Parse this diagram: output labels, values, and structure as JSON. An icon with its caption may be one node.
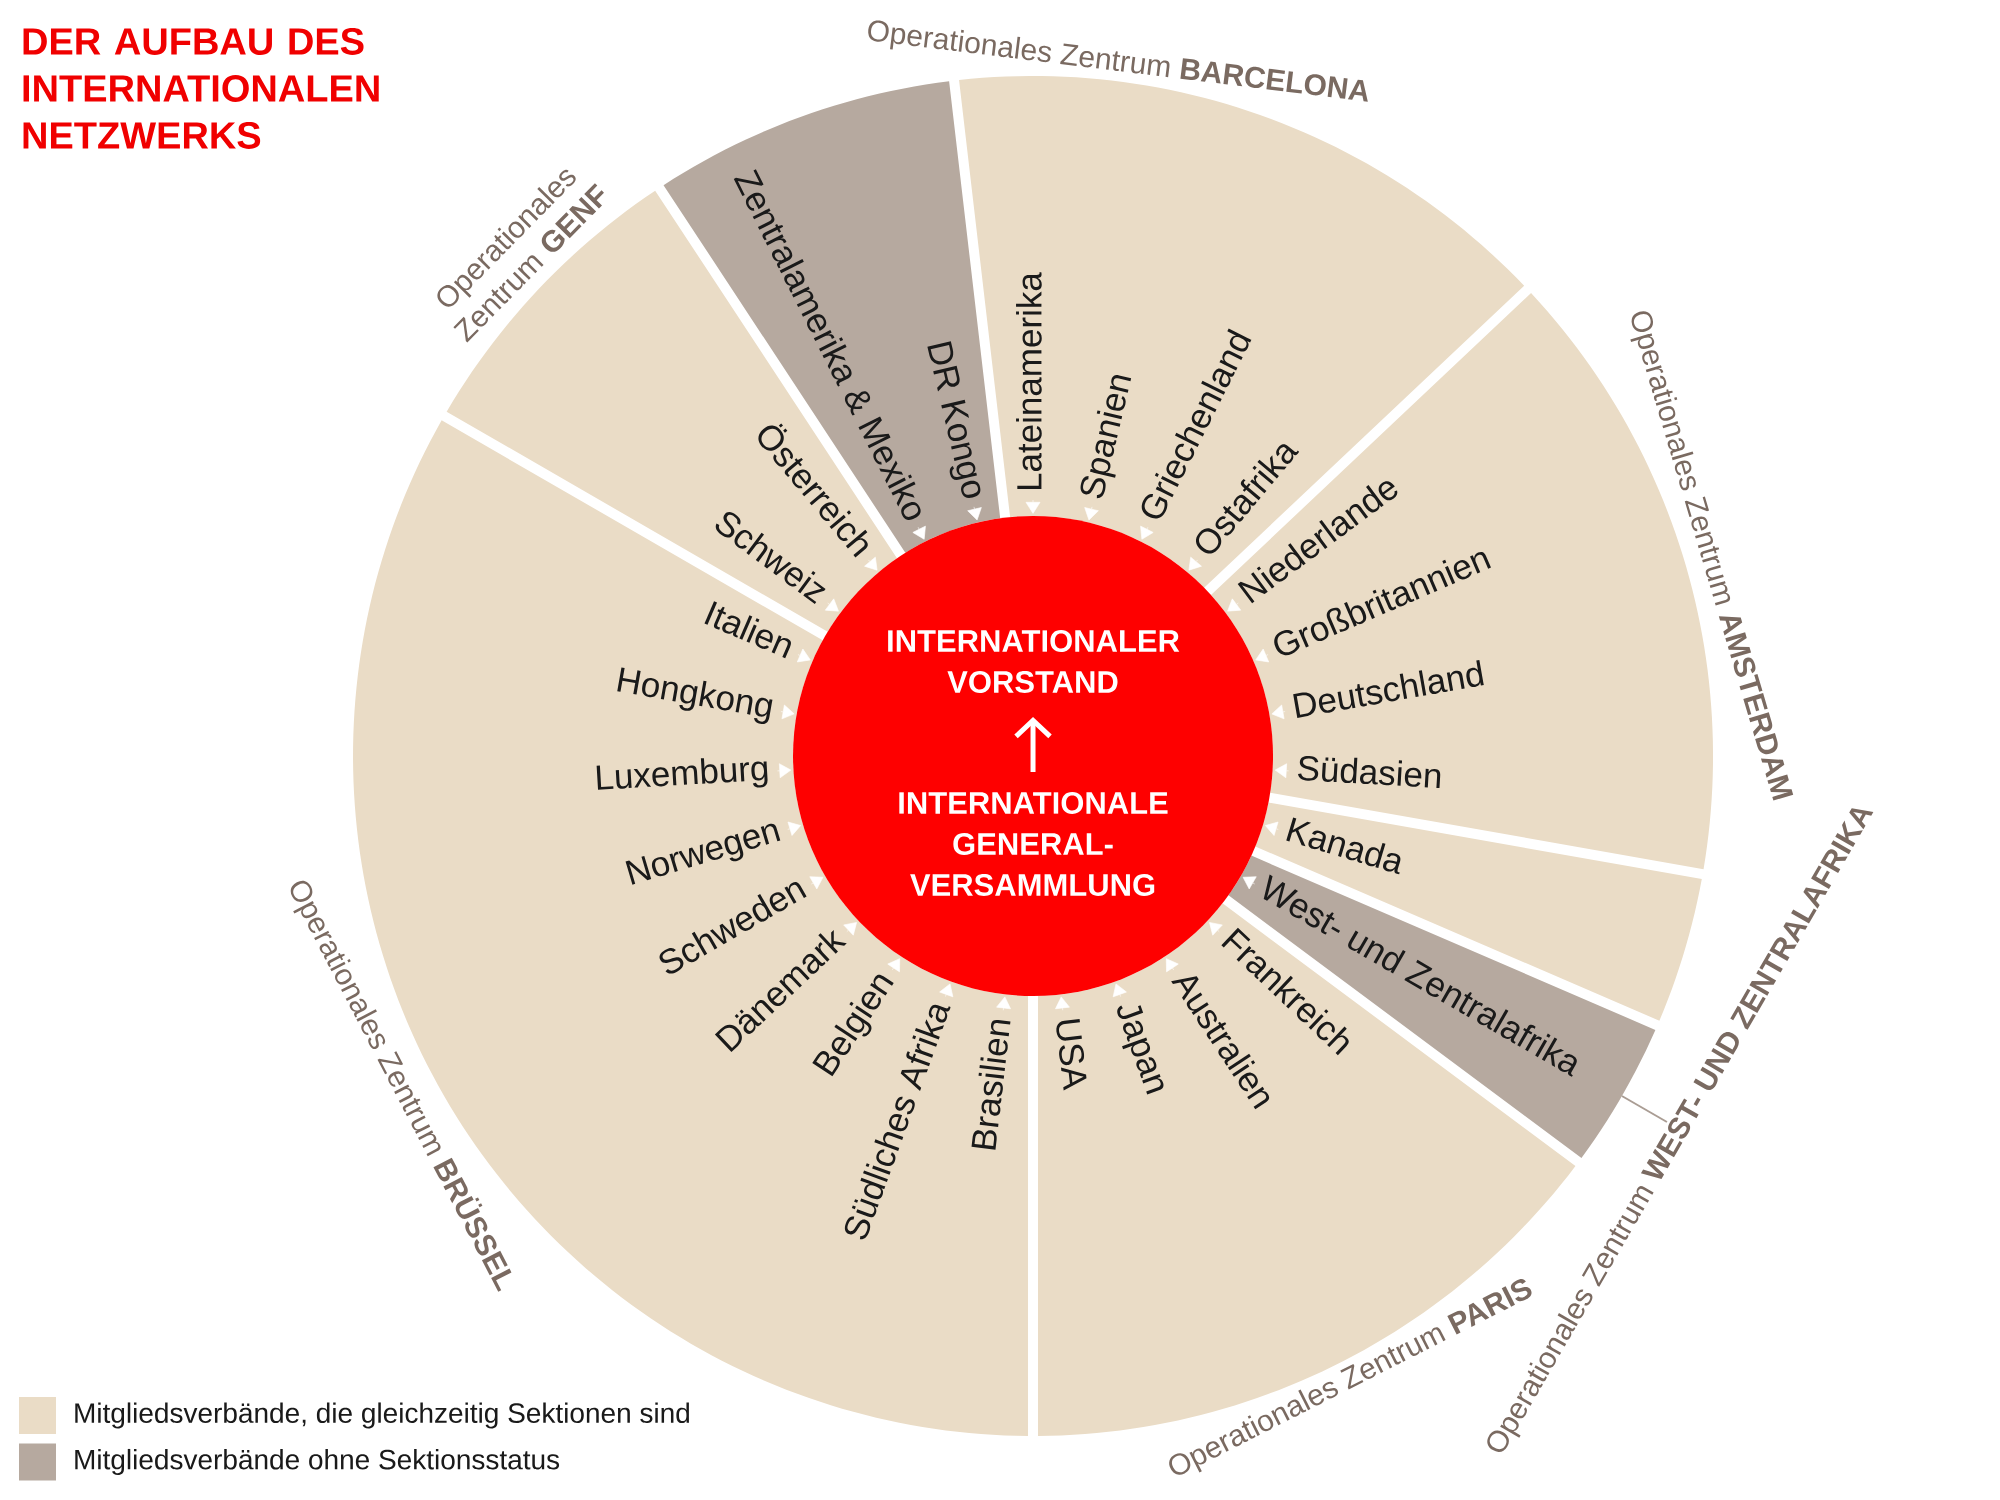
{
  "diagram": {
    "title": "DER AUFBAU DES INTERNATIONALEN NETZWERKS",
    "nodes": [
      {
        "text": [],
        "shape": "circle"
      },
      {
        "text": [
          "INTERNATIONALER VORSTAND"
        ],
        "in": 0
      },
      {
        "text": [
          "INTERNATIONALE GENERAL- VERSAMMLUNG"
        ],
        "in": 0
      },
      {
        "text": [
          "Operationales Zentrum **GENF**"
        ]
      },
      {
        "text": [
          "Schweiz"
        ],
        "in": 3
      },
      {
        "text": [
          "Österreich"
        ],
        "in": 3
      },
      {
        "text": [],
        "shape": "sector"
      },
      {
        "text": [
          "Zentralamerika & Mexiko"
        ],
        "in": 6
      },
      {
        "text": [
          "DR Kongo"
        ],
        "in": 6
      },
      {
        "text": [
          "Operationales Zentrum **BARCELONA**"
        ]
      },
      {
        "text": [
          "Lateinamerika"
        ],
        "in": 9
      },
      {
        "text": [
          "Spanien"
        ],
        "in": 9
      },
      {
        "text": [
          "Griechenland"
        ],
        "in": 9
      },
      {
        "text": [
          "Ostafrika"
        ],
        "in": 9
      },
      {
        "text": [
          "Operationales Zentrum **AMSTERDAM**"
        ]
      },
      {
        "text": [
          "Niederlande"
        ],
        "in": 14
      },
      {
        "text": [
          "Großbritannien"
        ],
        "in": 14
      },
      {
        "text": [
          "Deutschland"
        ],
        "in": 14
      },
      {
        "text": [
          "Südasien"
        ],
        "in": 14
      },
      {
        "text": [],
        "shape": "sector"
      },
      {
        "text": [
          "Kanada"
        ],
        "in": 19
      },
      {
        "text": [],
        "shape": "sector"
      },
      {
        "text": [
          "West- und Zentralafrika"
        ],
        "in": 21
      },
      {
        "text": [
          "Operationales Zentrum **WEST- UND ZENTRALAFRIKA**"
        ]
      },
      {
        "text": [
          "Operationales Zentrum **PARIS**"
        ]
      },
      {
        "text": [
          "Frankreich"
        ],
        "in": 24
      },
      {
        "text": [
          "Australien"
        ],
        "in": 24
      },
      {
        "text": [
          "Japan"
        ],
        "in": 24
      },
      {
        "text": [
          "USA"
        ],
        "in": 24
      },
      {
        "text": [
          "Operationales Zentrum **BRÜSSEL**"
        ]
      },
      {
        "text": [
          "Brasilien"
        ],
        "in": 29
      },
      {
        "text": [
          "Südliches Afrika"
        ],
        "in": 29
      },
      {
        "text": [
          "Belgien"
        ],
        "in": 29
      },
      {
        "text": [
          "Dänemark"
        ],
        "in": 29
      },
      {
        "text": [
          "Schweden"
        ],
        "in": 29
      },
      {
        "text": [
          "Norwegen"
        ],
        "in": 29
      },
      {
        "text": [
          "Luxemburg"
        ],
        "in": 29
      },
      {
        "text": [
          "Hongkong"
        ],
        "in": 29
      },
      {
        "text": [
          "Italien"
        ],
        "in": 29
      }
    ],
    "edges": [
      {
        "from": 2,
        "to": 1,
        "arrow": "to",
        "style": "thick"
      },
      {
        "from": 4,
        "to": 0,
        "arrow": "to"
      },
      {
        "from": 5,
        "to": 0,
        "arrow": "to"
      },
      {
        "from": 7,
        "to": 0,
        "arrow": "to"
      },
      {
        "from": 8,
        "to": 0,
        "arrow": "to"
      },
      {
        "from": 10,
        "to": 0,
        "arrow": "to"
      },
      {
        "from": 11,
        "to": 0,
        "arrow": "to"
      },
      {
        "from": 12,
        "to": 0,
        "arrow": "to"
      },
      {
        "from": 13,
        "to": 0,
        "arrow": "to"
      },
      {
        "from": 15,
        "to": 0,
        "arrow": "to"
      },
      {
        "from": 16,
        "to": 0,
        "arrow": "to"
      },
      {
        "from": 17,
        "to": 0,
        "arrow": "to"
      },
      {
        "from": 18,
        "to": 0,
        "arrow": "to"
      },
      {
        "from": 20,
        "to": 0,
        "arrow": "to"
      },
      {
        "from": 22,
        "to": 0,
        "arrow": "to"
      },
      {
        "from": 25,
        "to": 0,
        "arrow": "to"
      },
      {
        "from": 26,
        "to": 0,
        "arrow": "to"
      },
      {
        "from": 27,
        "to": 0,
        "arrow": "to"
      },
      {
        "from": 28,
        "to": 0,
        "arrow": "to"
      },
      {
        "from": 30,
        "to": 0,
        "arrow": "to"
      },
      {
        "from": 31,
        "to": 0,
        "arrow": "to"
      },
      {
        "from": 32,
        "to": 0,
        "arrow": "to"
      },
      {
        "from": 33,
        "to": 0,
        "arrow": "to"
      },
      {
        "from": 34,
        "to": 0,
        "arrow": "to"
      },
      {
        "from": 35,
        "to": 0,
        "arrow": "to"
      },
      {
        "from": 36,
        "to": 0,
        "arrow": "to"
      },
      {
        "from": 37,
        "to": 0,
        "arrow": "to"
      },
      {
        "from": 38,
        "to": 0,
        "arrow": "to"
      },
      {
        "from": 23,
        "to": 21,
        "arrow": "none",
        "color": "#aa9d94"
      }
    ],
    "legend": [
      {
        "text": "Mitgliedsverbände, die gleichzeitig Sektionen sind",
        "color": "#eadcc6"
      },
      {
        "text": "Mitgliedsverbände ohne Sektionsstatus",
        "color": "#b6a99f"
      }
    ]
  }
}
